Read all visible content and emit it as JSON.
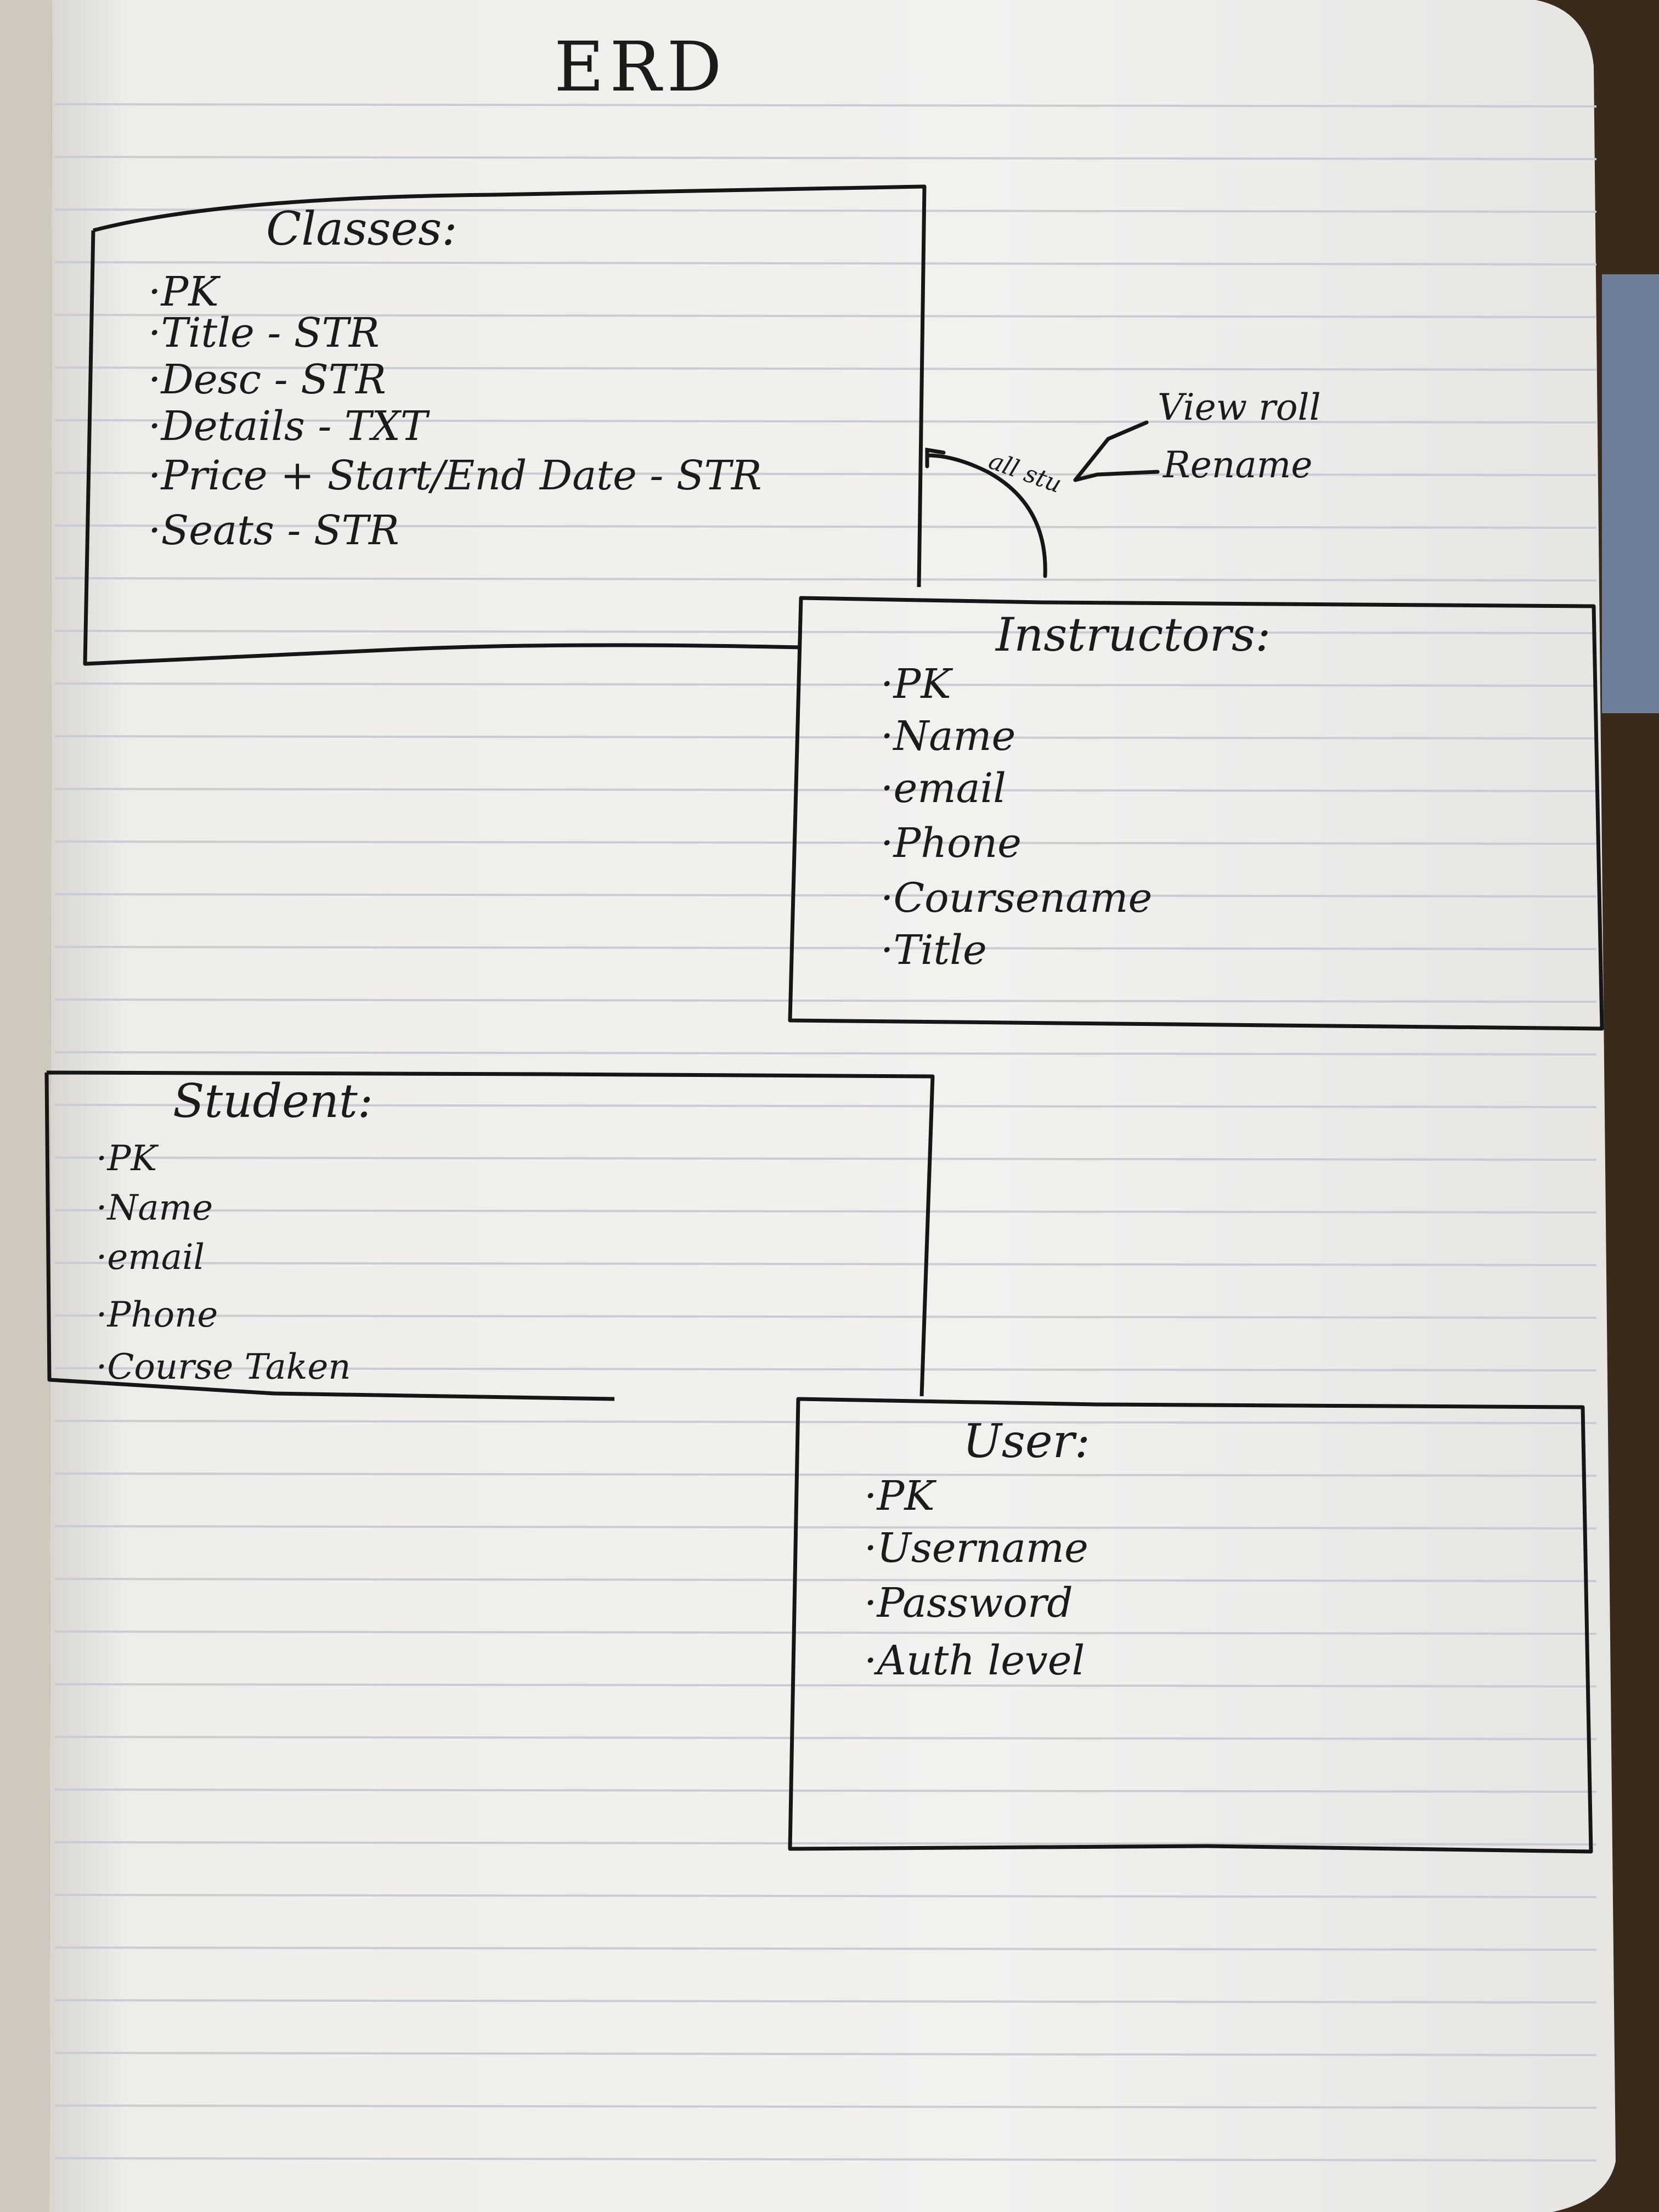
{
  "title": "ERD",
  "entities": {
    "classes": {
      "heading": "Classes:",
      "fields": [
        "·PK",
        "·Title - STR",
        "·Desc - STR",
        "·Details - TXT",
        "·Price + Start/End Date - STR",
        "·Seats - STR"
      ]
    },
    "instructors": {
      "heading": "Instructors:",
      "fields": [
        "·PK",
        "·Name",
        "·email",
        "·Phone",
        "·Coursename",
        "·Title"
      ]
    },
    "student": {
      "heading": "Student:",
      "fields": [
        "·PK",
        "·Name",
        "·email",
        "·Phone",
        "·Course Taken"
      ]
    },
    "user": {
      "heading": "User:",
      "fields": [
        "·PK",
        "·Username",
        "·Password",
        "·Auth level"
      ]
    }
  },
  "relationship": {
    "label": "all stu",
    "annotations": [
      "View roll",
      "Rename"
    ]
  },
  "colors": {
    "paper": "#f1f0ec",
    "rule": "#c9ccd2",
    "ink": "#1b1b1b",
    "background": "#3a2a1c"
  }
}
